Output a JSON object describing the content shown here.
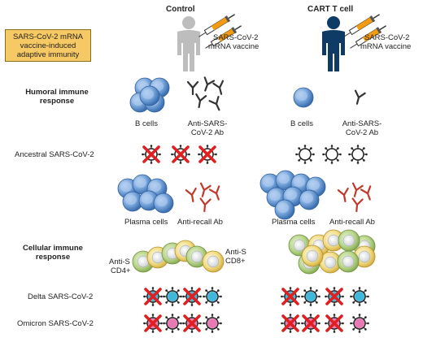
{
  "columns": {
    "control": "Control",
    "cart": "CART T cell"
  },
  "vaccine_label_1": "SARS-CoV-2",
  "vaccine_label_2": "mRNA vaccine",
  "box": {
    "line1": "SARS-CoV-2 mRNA",
    "line2": "vaccine-induced",
    "line3": "adaptive immunity"
  },
  "humoral": {
    "line1": "Humoral immune",
    "line2": "response"
  },
  "cellular": {
    "line1": "Cellular immune",
    "line2": "response"
  },
  "labels": {
    "b_cells": "B cells",
    "anti_ab_1": "Anti-SARS-",
    "anti_ab_2": "CoV-2 Ab",
    "ancestral": "Ancestral SARS-CoV-2",
    "plasma_cells": "Plasma cells",
    "anti_recall": "Anti-recall Ab",
    "anti_s": "Anti-S",
    "cd4": "CD4+",
    "cd8": "CD8+",
    "delta": "Delta SARS-CoV-2",
    "omicron": "Omicron SARS-CoV-2"
  },
  "colors": {
    "box_fill": "#f7c964",
    "person_control": "#bdbdbd",
    "person_cart": "#0d3b66",
    "b_cell": "#7aa7dc",
    "antibody_control": "#333333",
    "antibody_recall": "#c0392b",
    "cross": "#e02020",
    "delta_virus": "#3fb8dc",
    "omicron_virus": "#e879b4",
    "t_cell_green": "#b8d58a",
    "t_cell_yellow": "#f2dc86"
  }
}
